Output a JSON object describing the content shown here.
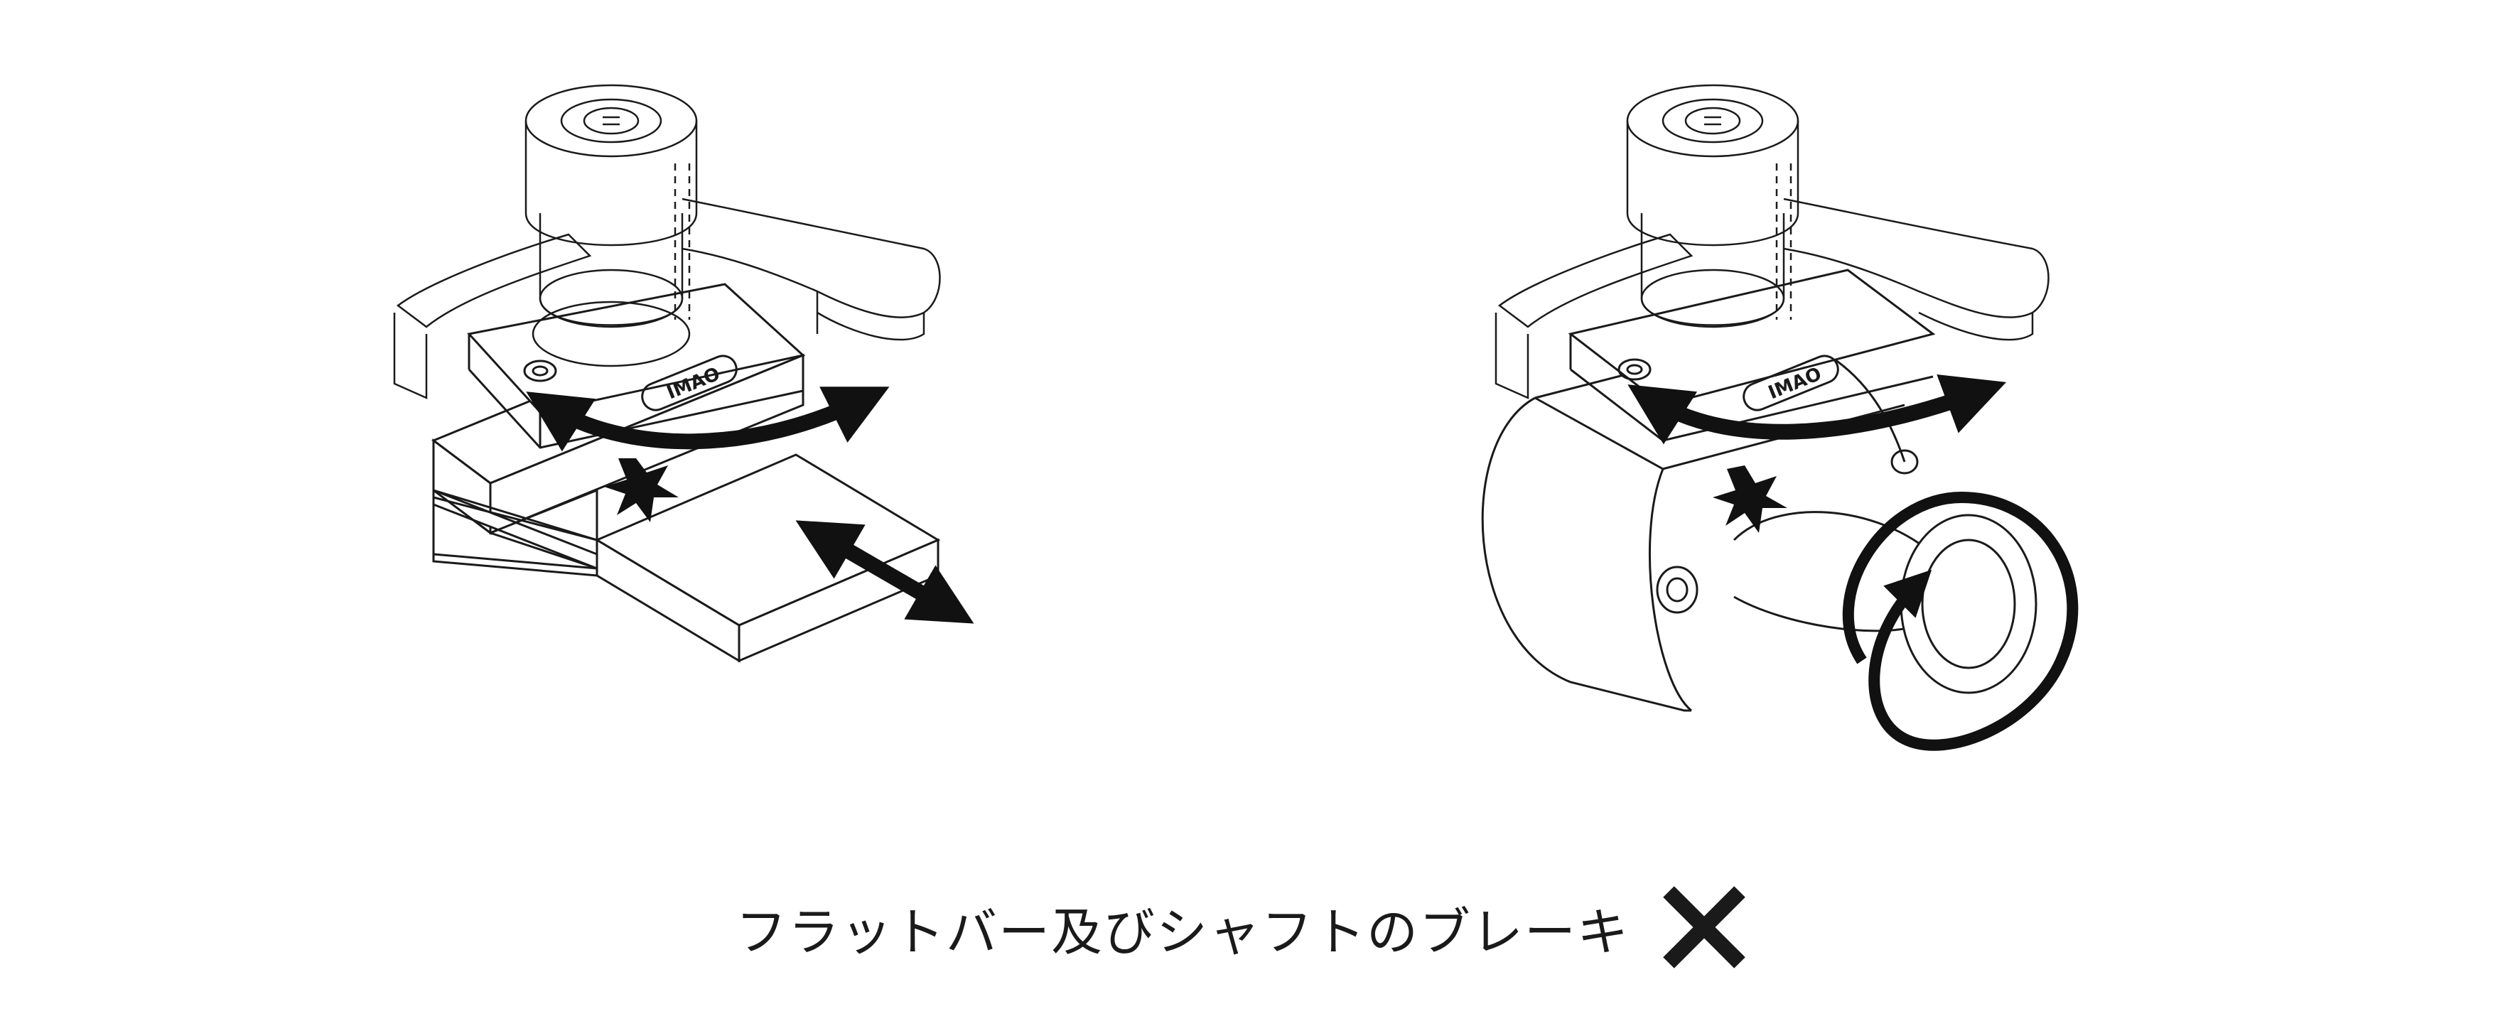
{
  "caption": {
    "text": "フラットバー及びシャフトのブレーキ",
    "mark_icon": "cross-icon"
  },
  "illustrations": {
    "left": {
      "brand_logo": "IMAO"
    },
    "right": {
      "brand_logo": "IMAO"
    }
  },
  "colors": {
    "line": "#1a1a1a",
    "arrow": "#111111",
    "cross": "#1a1a1a",
    "background": "#ffffff"
  }
}
